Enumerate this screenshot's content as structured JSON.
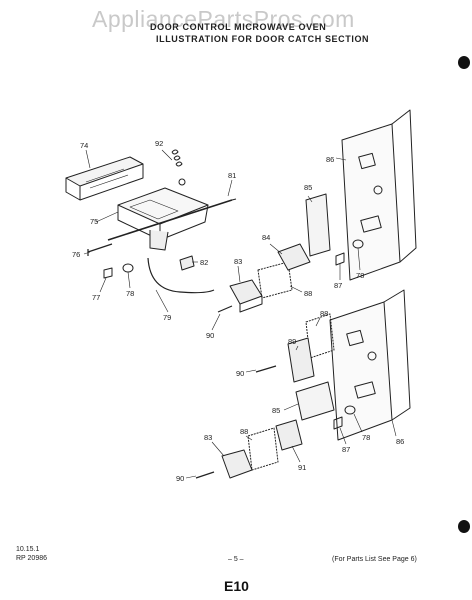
{
  "watermark": "AppliancePartsPros.com",
  "header": {
    "title_line1": "DOOR CONTROL MICROWAVE OVEN",
    "title_line2": "ILLUSTRATION FOR DOOR CATCH SECTION"
  },
  "parts": [
    "74",
    "92",
    "81",
    "75",
    "76",
    "82",
    "77",
    "78",
    "79",
    "90",
    "83",
    "84",
    "88",
    "85",
    "86",
    "87",
    "89",
    "91"
  ],
  "labels": {
    "l74": "74",
    "l92": "92",
    "l81": "81",
    "l75": "75",
    "l76": "76",
    "l82": "82",
    "l77": "77",
    "l78a": "78",
    "l79": "79",
    "l90a": "90",
    "l83a": "83",
    "l84": "84",
    "l88a": "88",
    "l86a": "86",
    "l85a": "85",
    "l78b": "78",
    "l87a": "87",
    "l88b": "88",
    "l89": "89",
    "l90b": "90",
    "l85b": "85",
    "l78c": "78",
    "l86b": "86",
    "l88c": "88",
    "l83b": "83",
    "l91": "91",
    "l87b": "87",
    "l90c": "90"
  },
  "footer": {
    "date": "10.15.1",
    "ref": "RP 20986",
    "page": "– 5 –",
    "note": "(For Parts List See Page 6)",
    "code": "E10"
  }
}
